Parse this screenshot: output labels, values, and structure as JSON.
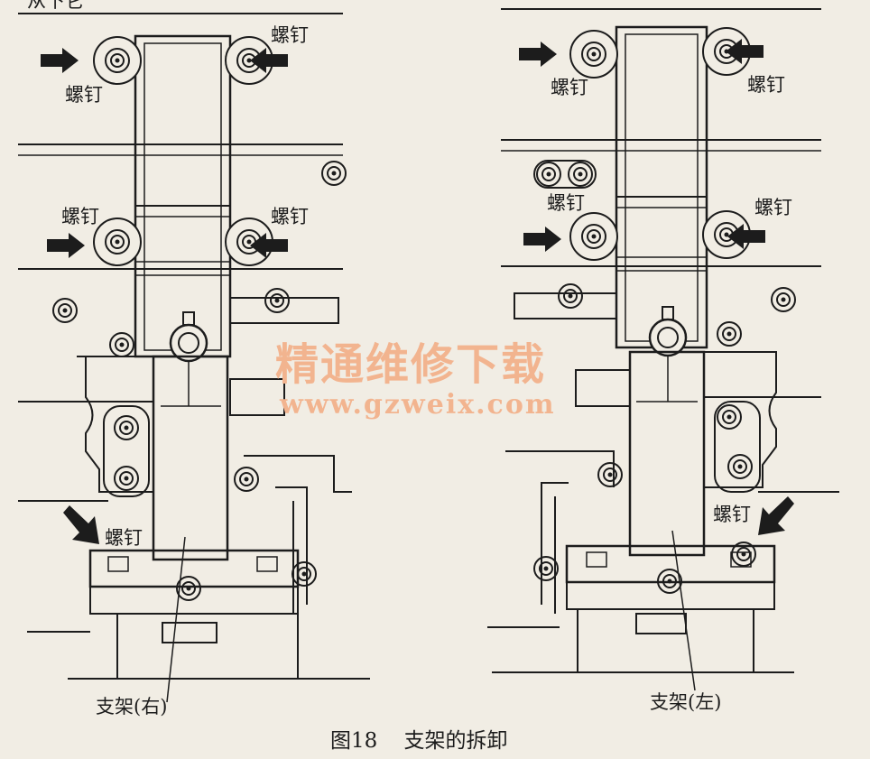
{
  "figure": {
    "caption": "图18    支架的拆卸",
    "top_fragment": "从下它"
  },
  "panels": {
    "right_bracket": {
      "label": "支架(右)",
      "screw_labels": [
        "螺钉",
        "螺钉",
        "螺钉",
        "螺钉",
        "螺钉"
      ]
    },
    "left_bracket": {
      "label": "支架(左)",
      "screw_labels": [
        "螺钉",
        "螺钉",
        "螺钉",
        "螺钉",
        "螺钉"
      ]
    }
  },
  "watermark": {
    "title": "精通维修下载",
    "url": "www.gzweix.com",
    "color": "#f2b48f"
  },
  "colors": {
    "ink": "#1c1c1c",
    "paper": "#f1ede4"
  }
}
